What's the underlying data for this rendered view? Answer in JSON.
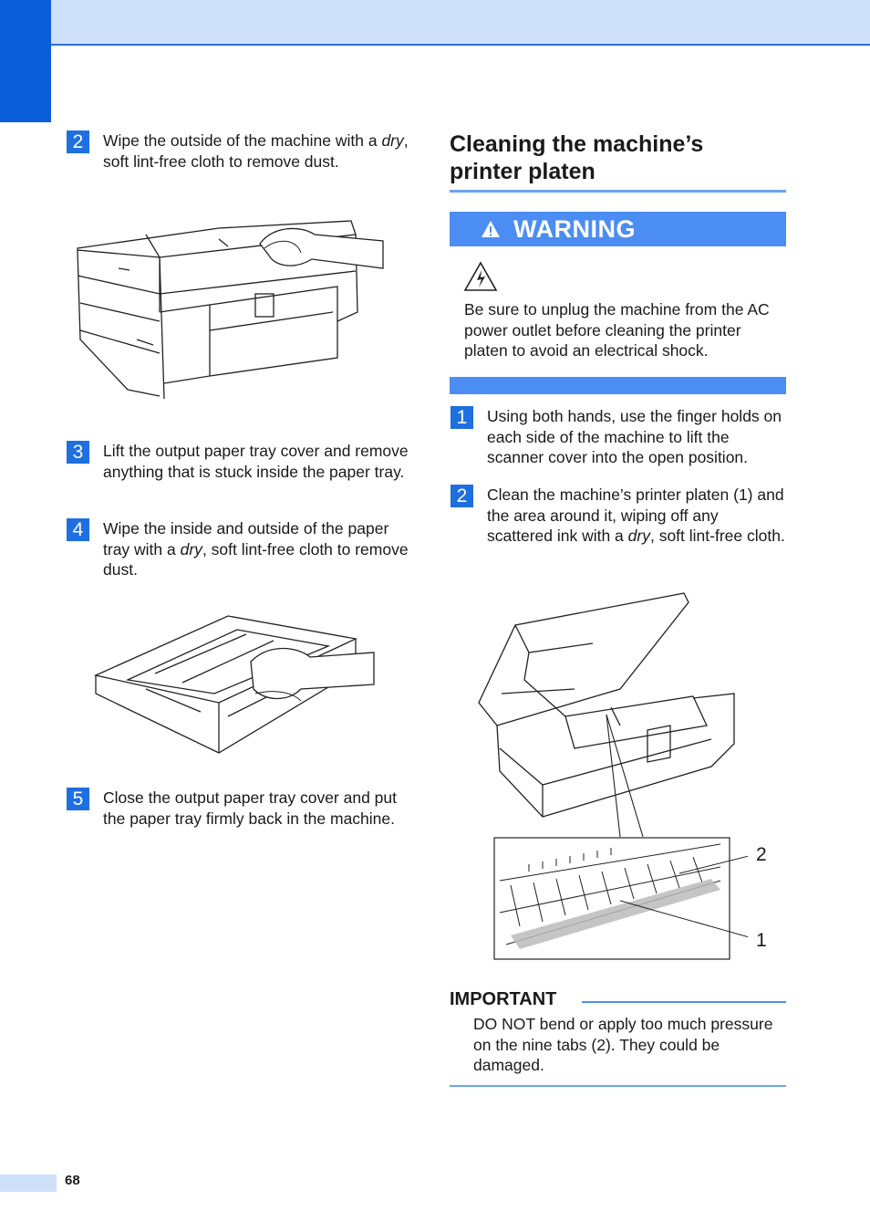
{
  "steps_left": [
    {
      "num": "2",
      "text_before": "Wipe the outside of the machine with a ",
      "italic": "dry",
      "text_after": ", soft lint-free cloth to remove dust."
    },
    {
      "num": "3",
      "text_before": "Lift the output paper tray cover and remove anything that is stuck inside the paper tray.",
      "italic": "",
      "text_after": ""
    },
    {
      "num": "4",
      "text_before": "Wipe the inside and outside of the paper tray with a ",
      "italic": "dry",
      "text_after": ", soft lint-free cloth to remove dust."
    },
    {
      "num": "5",
      "text_before": "Close the output paper tray cover and put the paper tray firmly back in the machine.",
      "italic": "",
      "text_after": ""
    }
  ],
  "section": {
    "title_line1": "Cleaning the machine’s",
    "title_line2": "printer platen"
  },
  "warning": {
    "label": "WARNING",
    "body": "Be sure to unplug the machine from the AC power outlet before cleaning the printer platen to avoid an electrical shock."
  },
  "steps_right": [
    {
      "num": "1",
      "text_before": "Using both hands, use the finger holds on each side of the machine to lift the scanner cover into the open position.",
      "italic": "",
      "text_after": ""
    },
    {
      "num": "2",
      "text_before": "Clean the machine’s printer platen (1) and the area around it, wiping off any scattered ink with a ",
      "italic": "dry",
      "text_after": ", soft lint-free cloth."
    }
  ],
  "callouts": {
    "label_2": "2",
    "label_1": "1"
  },
  "important": {
    "title": "IMPORTANT",
    "body": "DO NOT bend or apply too much pressure on the nine tabs (2). They could be damaged."
  },
  "footer": {
    "page_number": "68"
  },
  "colors": {
    "accent": "#1f6fe0",
    "band": "#cfe0fb",
    "warning_bar": "#4b8df2"
  }
}
